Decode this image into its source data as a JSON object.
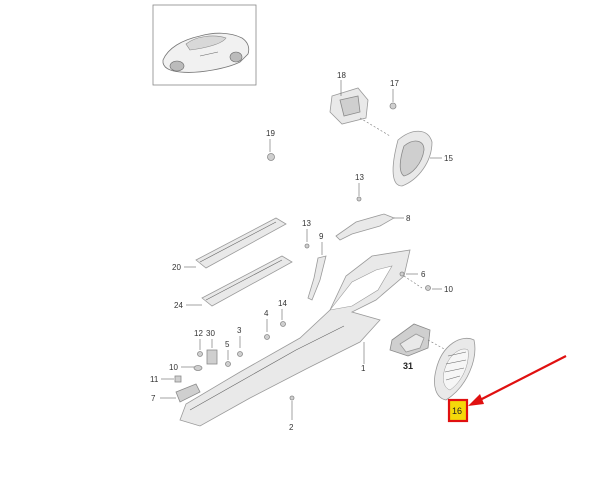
{
  "labels": {
    "p1": "1",
    "p2": "2",
    "p3": "3",
    "p4": "4",
    "p5": "5",
    "p6": "6",
    "p7": "7",
    "p8": "8",
    "p9": "9",
    "p10a": "10",
    "p10b": "10",
    "p12": "12",
    "p13a": "13",
    "p13b": "13",
    "p14": "14",
    "p15": "15",
    "p16": "16",
    "p17": "17",
    "p18": "18",
    "p19": "19",
    "p20": "20",
    "p24": "24",
    "p30": "30",
    "p31": "31",
    "p11": "11"
  },
  "colors": {
    "highlight_fill": "#f5d90a",
    "highlight_border": "#e01010",
    "arrow": "#e01010"
  },
  "icons": {
    "car_thumbnail": "sports-car-icon",
    "pointer": "red-arrow-icon"
  }
}
